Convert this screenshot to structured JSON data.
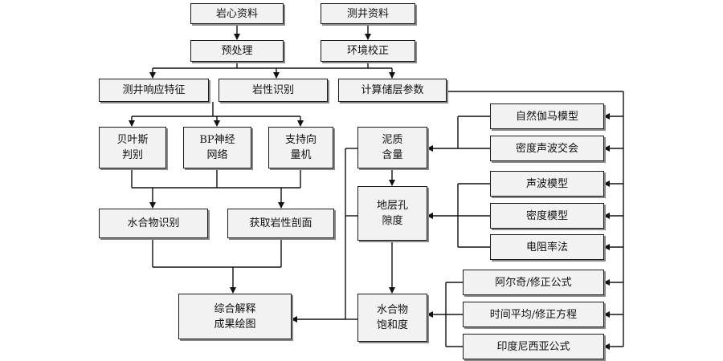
{
  "nodes": {
    "core_data": "岩心资料",
    "log_data": "测井资料",
    "preprocess": "预处理",
    "env_correction": "环境校正",
    "log_response": "测井响应特征",
    "lithology_id": "岩性识别",
    "reservoir_params": "计算储层参数",
    "bayes": [
      "贝叶斯",
      "判别"
    ],
    "bp_network": [
      "BP神经",
      "网络"
    ],
    "svm": [
      "支持向",
      "量机"
    ],
    "hydrate_id": "水合物识别",
    "lith_profile": "获取岩性剖面",
    "result_map": [
      "综合解释",
      "成果绘图"
    ],
    "shale": [
      "泥质",
      "含量"
    ],
    "porosity": [
      "地层孔",
      "隙度"
    ],
    "saturation": [
      "水合物",
      "饱和度"
    ],
    "gamma_model": "自然伽马模型",
    "density_sonic": "密度声波交会",
    "sonic_model": "声波模型",
    "density_model": "密度模型",
    "resistivity": "电阻率法",
    "archie": "阿尔奇/修正公式",
    "time_avg": "时间平均/修正方程",
    "indonesia": "印度尼西亚公式"
  }
}
